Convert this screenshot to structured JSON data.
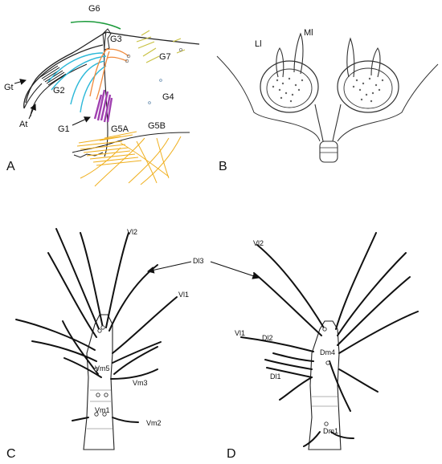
{
  "panels": {
    "a": {
      "letter": "A",
      "labels": {
        "g6": "G6",
        "g3": "G3",
        "g7": "G7",
        "gt": "Gt",
        "g2": "G2",
        "g4": "G4",
        "at": "At",
        "g1": "G1",
        "g5a": "G5A",
        "g5b": "G5B"
      }
    },
    "b": {
      "letter": "B",
      "labels": {
        "ll": "Ll",
        "ml": "Ml"
      }
    },
    "c": {
      "letter": "C",
      "labels": {
        "vl2": "Vl2",
        "vl1": "Vl1",
        "vm5": "Vm5",
        "vm3": "Vm3",
        "vm1": "Vm1",
        "vm2": "Vm2"
      }
    },
    "d": {
      "letter": "D",
      "labels": {
        "vl2": "Vl2",
        "vl1": "Vl1",
        "dl2": "Dl2",
        "dm4": "Dm4",
        "dl1": "Dl1",
        "dm1": "Dm1"
      }
    },
    "shared": {
      "dl3": "Dl3"
    }
  },
  "colors": {
    "g6": "#1a9a3a",
    "g2": "#2bb8d8",
    "g3": "#f08a3c",
    "g1": "#a040b0",
    "g5": "#f0b020",
    "g7": "#c8c040",
    "ink": "#1a1a1a"
  }
}
